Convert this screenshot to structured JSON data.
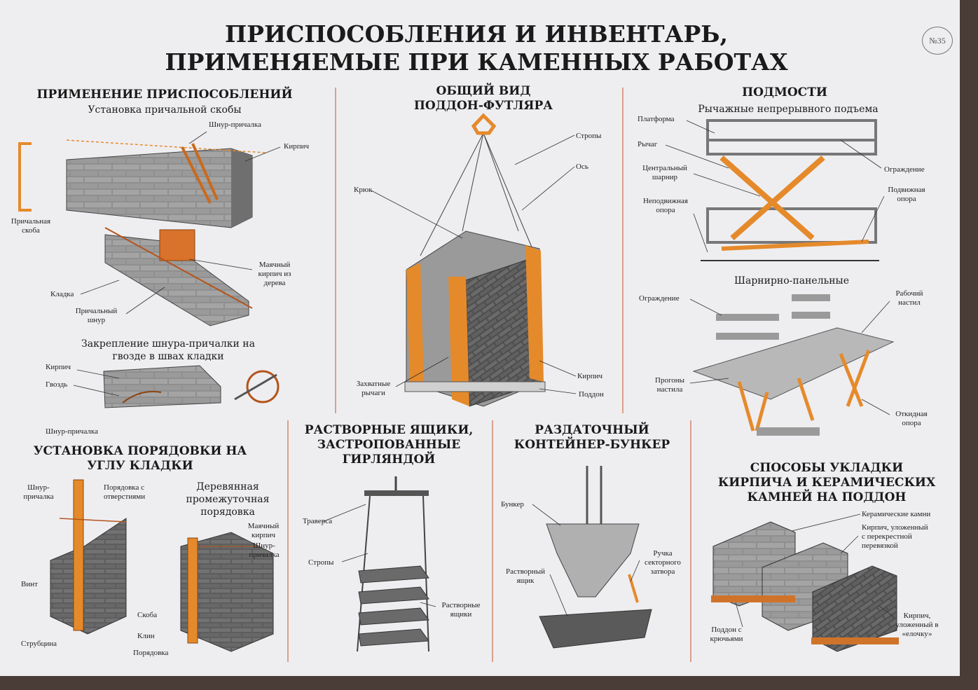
{
  "title": {
    "line1": "ПРИСПОСОБЛЕНИЯ И ИНВЕНТАРЬ,",
    "line2": "ПРИМЕНЯЕМЫЕ ПРИ КАМЕННЫХ РАБОТАХ"
  },
  "badge": "№35",
  "section_fixtures": {
    "heading": "ПРИМЕНЕНИЕ ПРИСПОСОБЛЕНИЙ",
    "subheading": "Установка причальной скобы",
    "labels": {
      "cord_top": "Шнур-причалка",
      "brick_top": "Кирпич",
      "bracket": "Причальная скоба",
      "wood_brick": "Маячный кирпич из дерева",
      "masonry": "Кладка",
      "mooring_cord": "Причальный шнур"
    },
    "nail_heading": "Закрепление шнура-причалки на гвозде в швах кладки",
    "nail_labels": {
      "brick": "Кирпич",
      "nail": "Гвоздь",
      "cord": "Шнур-причалка"
    }
  },
  "section_pallet": {
    "heading": "ОБЩИЙ ВИД ПОДДОН-ФУТЛЯРА",
    "labels": {
      "slings": "Стропы",
      "axis": "Ось",
      "hook": "Крюк",
      "grip_levers": "Захватные рычаги",
      "brick": "Кирпич",
      "pallet": "Поддон"
    }
  },
  "section_scaffold": {
    "heading": "ПОДМОСТИ",
    "subheading1": "Рычажные непрерывного подъема",
    "labels1": {
      "platform": "Платформа",
      "lever": "Рычаг",
      "hinge": "Центральный шарнир",
      "fixed_support": "Неподвижная опора",
      "railing": "Ограждение",
      "movable_support": "Подвижная опора"
    },
    "subheading2": "Шарнирно-панельные",
    "labels2": {
      "railing": "Ограждение",
      "deck": "Рабочий настил",
      "purlins": "Прогоны настила",
      "fold_support": "Откидная опора"
    }
  },
  "section_corner": {
    "heading": "УСТАНОВКА ПОРЯДОВКИ НА УГЛУ КЛАДКИ",
    "labels": {
      "cord": "Шнур-причалка",
      "rod_holes": "Порядовка с отверстиями",
      "screw": "Винт",
      "frame": "Струбцина"
    },
    "wood_heading": "Деревянная промежуточная порядовка",
    "wood_labels": {
      "beacon": "Маячный кирпич",
      "cord": "Шнур-причалка",
      "clamp": "Скоба",
      "wedge": "Клин",
      "rod": "Порядовка"
    }
  },
  "section_boxes": {
    "heading": "РАСТВОРНЫЕ ЯЩИКИ, ЗАСТРОПОВАННЫЕ ГИРЛЯНДОЙ",
    "labels": {
      "traverse": "Траверса",
      "slings": "Стропы",
      "boxes": "Растворные ящики"
    }
  },
  "section_bunker": {
    "heading": "РАЗДАТОЧНЫЙ КОНТЕЙНЕР-БУНКЕР",
    "labels": {
      "bunker": "Бункер",
      "box": "Растворный ящик",
      "handle": "Ручка секторного затвора"
    }
  },
  "section_stacking": {
    "heading": "СПОСОБЫ УКЛАДКИ КИРПИЧА И КЕРАМИЧЕСКИХ КАМНЕЙ НА ПОДДОН",
    "labels": {
      "ceramic": "Керамические камни",
      "cross": "Кирпич, уложенный с перекрестной перевязкой",
      "herring": "Кирпич, уложенный в «елочку»",
      "pallet_hooks": "Поддон с крючьями"
    }
  },
  "colors": {
    "orange": "#e58a2b",
    "gray": "#8c8c8c",
    "dark_gray": "#5c5c5c",
    "paper": "#eeeef1"
  }
}
